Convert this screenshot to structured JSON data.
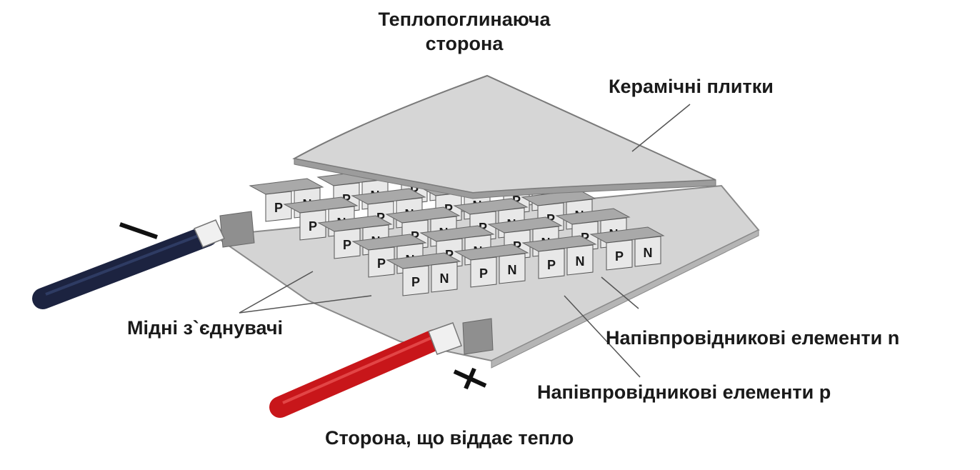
{
  "labels": {
    "heat_absorbing_side": "Теплопоглинаюча\nсторона",
    "ceramic_plates": "Керамічні плитки",
    "copper_connectors": "Мідні з`єднувачі",
    "n_elements": "Напівпровідникові елементи n",
    "p_elements": "Напівпровідникові елементи p",
    "heat_releasing_side": "Сторона, що віддає тепло"
  },
  "element_letters": {
    "p": "P",
    "n": "N"
  },
  "wire_colors": {
    "negative": "#1c2340",
    "positive": "#c8161a"
  },
  "colors": {
    "ceramic": "#d8d8d8",
    "block_top": "#a9a9a9",
    "block_side": "#e8e8e8",
    "text": "#1a1a1a"
  }
}
